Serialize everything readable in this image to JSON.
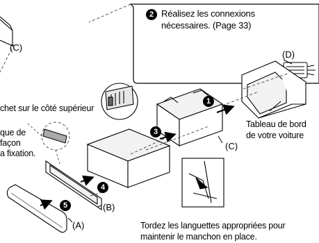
{
  "callout": {
    "step_number": "2",
    "line1": "Réalisez les connexions",
    "line2": "nécessaires. (Page 33)",
    "part_label": "(D)"
  },
  "parts": {
    "a": "(A)",
    "b": "(B)",
    "c_main": "(C)",
    "c_topleft": "(C)"
  },
  "steps": {
    "s1": "1",
    "s3": "3",
    "s4": "4",
    "s5": "5"
  },
  "notes": {
    "crochet": "chet sur le côté supérieur",
    "left_line1": "que de",
    "left_line2": "façon",
    "left_line3": "a fixation.",
    "dashboard_line1": "Tableau de bord",
    "dashboard_line2": "de votre voiture",
    "bottom_line1": "Tordez les languettes appropriées pour",
    "bottom_line2": "maintenir le manchon en place."
  },
  "colors": {
    "line": "#000000",
    "dash": "#555555",
    "fill_light": "#f2f2f2",
    "fill_mid": "#d9d9d9"
  }
}
